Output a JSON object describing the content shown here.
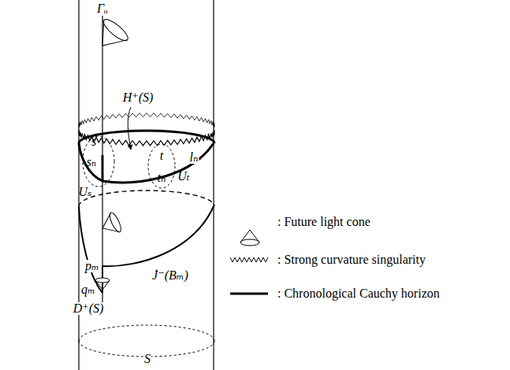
{
  "diagram": {
    "nodes": [
      {
        "text": [
          "s",
          "sₙ",
          "Uₛ"
        ]
      },
      {
        "text": [
          "t",
          "tₙ",
          "Uₜ"
        ]
      }
    ],
    "labels": [
      "Γᵤ",
      "H⁺(S)",
      "lₙ",
      "pₘ",
      "qₘ",
      "J̇⁻(Bₘ)",
      "D⁺(S)",
      "S"
    ],
    "legend": [
      {
        "text": ": Future light cone"
      },
      {
        "text": ": Strong curvature singularity"
      },
      {
        "text": ": Chronological Cauchy horizon"
      }
    ]
  }
}
